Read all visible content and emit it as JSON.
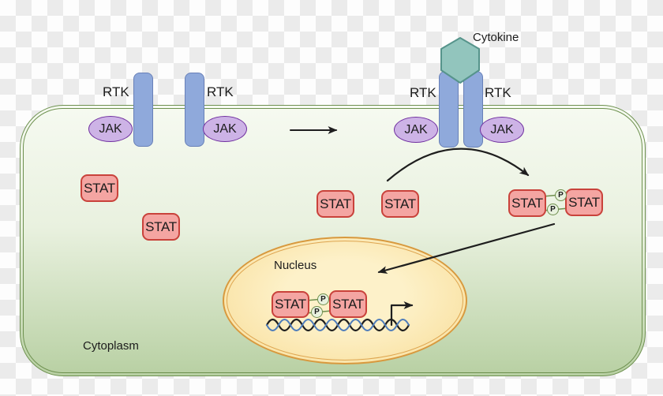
{
  "diagram": {
    "cytokine_label": "Cytokine",
    "rtk_label": "RTK",
    "jak_label": "JAK",
    "stat_label": "STAT",
    "phosphate_label": "P",
    "nucleus_label": "Nucleus",
    "cytoplasm_label": "Cytoplasm"
  },
  "colors": {
    "checker_light": "#FDFDFD",
    "checker_dark": "#EBEBEB",
    "cell_border": "#6E9150",
    "cell_fill_top": "#F6FAF1",
    "cell_fill_mid": "#E9F1DF",
    "cell_fill_bottom": "#B8D0A3",
    "receptor_fill": "#8FA9DB",
    "receptor_border": "#6880B8",
    "jak_fill": "#CDB3E6",
    "jak_border": "#7030A0",
    "stat_fill": "#F4A5A2",
    "stat_border": "#C9423B",
    "phosphate_fill": "#E9F2DF",
    "phosphate_border": "#6F8F4E",
    "cytokine_fill": "#92C5BD",
    "cytokine_border": "#56948B",
    "nucleus_border": "#D8993E",
    "nucleus_fill_center": "#FDF1C9",
    "nucleus_fill_edge": "#F8DC95",
    "dna_blue": "#4E7CBA",
    "arrow": "#1E1E1E",
    "text": "#1C1C1C"
  }
}
